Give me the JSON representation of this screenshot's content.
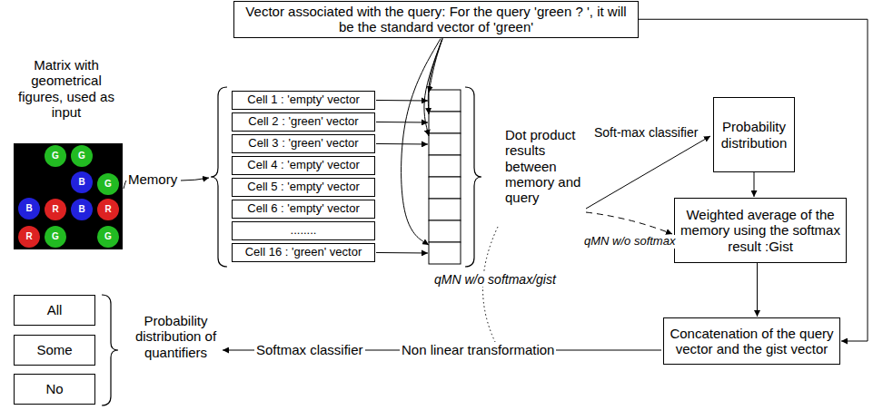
{
  "diagram": {
    "nodes": [
      {
        "text": [
          "Vector associated with the query: For the query 'green ? ', it will be the standard vector of 'green'"
        ]
      },
      {
        "text": [
          "Cell 1 : 'empty' vector"
        ]
      },
      {
        "text": [
          "Cell 2 : 'green' vector"
        ]
      },
      {
        "text": [
          "Cell 3 : 'green' vector"
        ]
      },
      {
        "text": [
          "Cell 4 : 'empty' vector"
        ]
      },
      {
        "text": [
          "Cell 5 : 'empty' vector"
        ]
      },
      {
        "text": [
          "Cell 6 : 'empty' vector"
        ]
      },
      {
        "text": [
          "........"
        ]
      },
      {
        "text": [
          "Cell 16 : 'green' vector"
        ]
      },
      {
        "text": [
          "Probability distribution"
        ]
      },
      {
        "text": [
          "Weighted average of the memory using the softmax result :Gist"
        ]
      },
      {
        "text": [
          "Concatenation of the query vector and the gist vector"
        ]
      },
      {
        "text": [
          "All"
        ]
      },
      {
        "text": [
          "Some"
        ]
      },
      {
        "text": [
          "No"
        ]
      }
    ],
    "edges": [
      {
        "from": 9,
        "to": 10,
        "arrow": "to"
      },
      {
        "from": 10,
        "to": 11,
        "arrow": "to"
      },
      {
        "from": 0,
        "to": 11,
        "arrow": "to"
      }
    ],
    "labels": [
      "Matrix with geometrical figures, used as input",
      "G",
      "G",
      "B",
      "G",
      "B",
      "R",
      "B",
      "R",
      "R",
      "G",
      "G",
      "Memory",
      "Dot product results between memory and query",
      "Soft-max classifier",
      "qMN w/o softmax",
      "qMN w/o softmax/gist",
      "Softmax classifier",
      "Non linear transformation",
      "Probability distribution of quantifiers"
    ]
  }
}
